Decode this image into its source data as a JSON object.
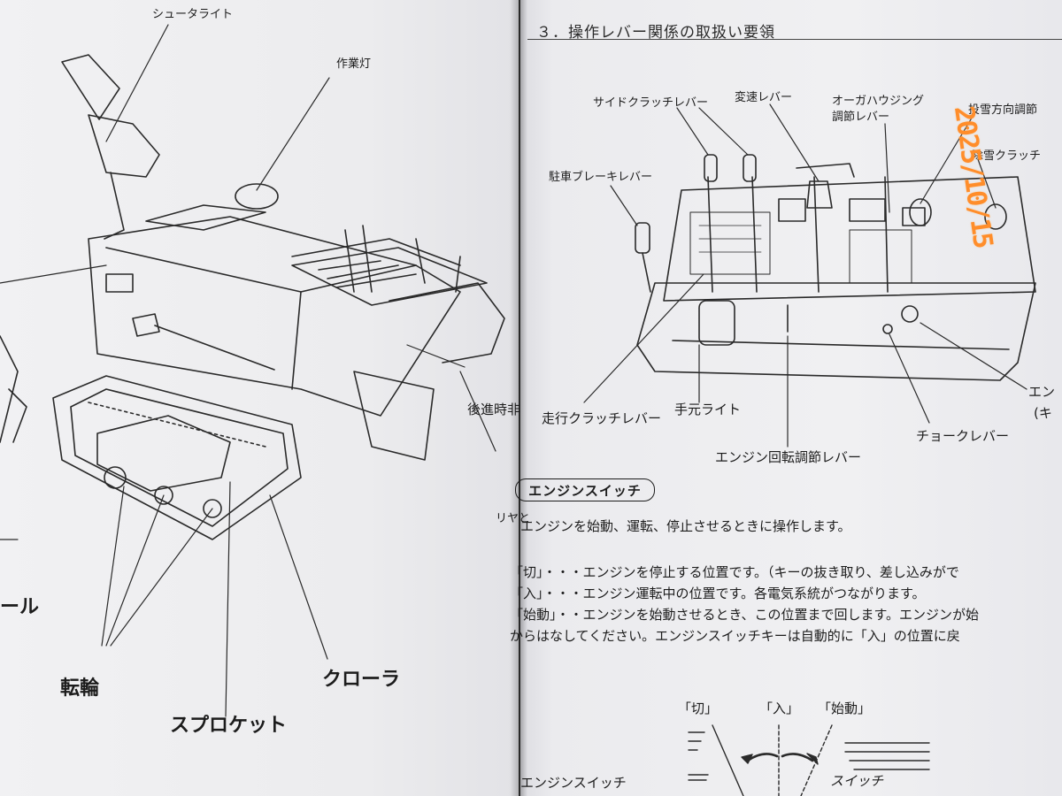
{
  "left_page": {
    "labels": {
      "chute_light": "シュータライト",
      "work_light": "作業灯",
      "reverse_label": "後進時非",
      "rear_label": "リヤと",
      "wheel": "転輪",
      "sprocket": "スプロケット",
      "crawler": "クローラ",
      "cut_off": "ール"
    }
  },
  "right_page": {
    "section_title": "３．操作レバー関係の取扱い要領",
    "labels": {
      "side_clutch_lever": "サイドクラッチレバー",
      "speed_lever": "変速レバー",
      "auger_housing_1": "オーガハウジング",
      "auger_housing_2": "調節レバー",
      "snow_direction": "投雪方向調節",
      "snow_clutch": "除雪クラッチ",
      "parking_brake": "駐車ブレーキレバー",
      "travel_clutch": "走行クラッチレバー",
      "hand_light": "手元ライト",
      "engine_speed": "エンジン回転調節レバー",
      "choke_lever": "チョークレバー",
      "engine_cut": "エン",
      "key_cut": "(キ"
    },
    "engine_switch": {
      "heading": "エンジンスイッチ",
      "intro": "エンジンを始動、運転、停止させるときに操作します。",
      "lines": [
        "「切」・・・エンジンを停止する位置です。（キーの抜き取り、差し込みがで",
        "「入」・・・エンジン運転中の位置です。各電気系統がつながります。",
        "「始動」・・エンジンを始動させるとき、この位置まで回します。エンジンが始",
        "からはなしてください。エンジンスイッチキーは自動的に「入」の位置に戻"
      ],
      "diagram": {
        "pos_off": "「切」",
        "pos_on": "「入」",
        "pos_start": "「始動」",
        "caption": "エンジンスイッチ",
        "switch_text": "スイッチ"
      }
    }
  },
  "date_stamp": "2025/10/15",
  "stamp_color": "#ff8d2a"
}
